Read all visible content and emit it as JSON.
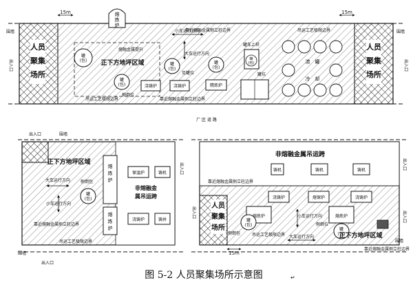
{
  "caption": "图 5-2  人员聚集场所示意图",
  "caption_mark": "↵",
  "road": "厂 区 道 路",
  "dim": "15m",
  "gathering_lines": [
    "人员",
    "聚集",
    "场所"
  ],
  "gathering_v": "人员聚集场所",
  "fence": "围墙",
  "exit": "出入口",
  "zone_pit": "正下方地坪区域",
  "zone_hoist_title": "非熔融金属吊运跨",
  "zone_hoist_lines": [
    "非熔融金",
    "属吊运跨"
  ],
  "furnace_v": "熔炼炉",
  "furnace_h": "熔炼炉",
  "holding_furnace": "保温炉",
  "pour_furnace": "浇铸炉",
  "ladle_lines": [
    "罐",
    "(包)"
  ],
  "side_ladle": "侧倒包",
  "side_ladle_pos": "侧倒位",
  "caster": "铸机",
  "cast_well": "铸井",
  "refine_furnace": "精炼炉",
  "crane_dir": "小车运行方向",
  "truck_dir": "大车运行方向",
  "crane_limit": "吊运工艺极限边界",
  "column_line": "靠近熔融金属侧立柱边界",
  "molten_lift": "熔融金属提升",
  "observe_pos": "见罐位",
  "tank_top": "罐车上样",
  "tank_pit": "罐坑",
  "cooling_lines": [
    "渣",
    "罐",
    "冷",
    "却"
  ]
}
